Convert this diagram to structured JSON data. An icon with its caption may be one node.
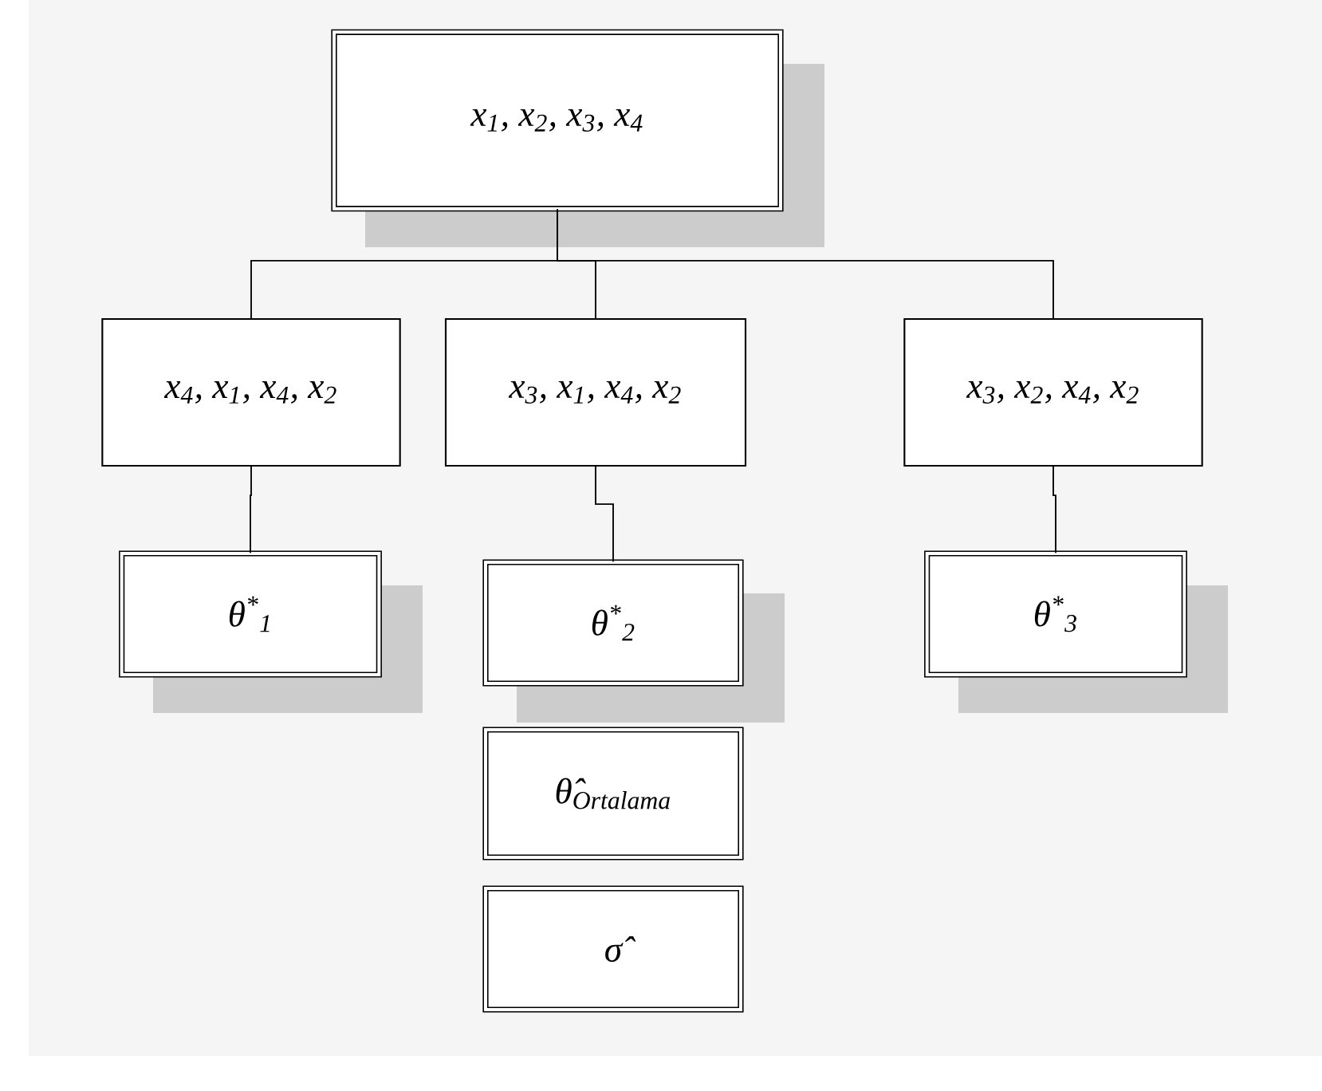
{
  "diagram": {
    "nodes": [
      {
        "text": [
          "x$_{1}$, x$_{2}$, x$_{3}$, x$_{4}$"
        ]
      },
      {
        "text": [
          "x$_{4}$, x$_{1}$, x$_{4}$, x$_{2}$"
        ]
      },
      {
        "text": [
          "x$_{3}$, x$_{1}$, x$_{4}$, x$_{2}$"
        ]
      },
      {
        "text": [
          "x$_{3}$, x$_{2}$, x$_{4}$, x$_{2}$"
        ]
      },
      {
        "text": [
          "θ$^{*}$$_{1}$"
        ]
      },
      {
        "text": [
          "θ$^{*}$$_{2}$"
        ]
      },
      {
        "text": [
          "θ$^{*}$$_{3}$"
        ]
      },
      {
        "text": [
          "θ̂$_{Ortalama}$"
        ]
      },
      {
        "text": [
          "σ̂"
        ]
      }
    ],
    "edges": [
      {
        "from": 0,
        "to": 1,
        "arrow": "none"
      },
      {
        "from": 0,
        "to": 2,
        "arrow": "none"
      },
      {
        "from": 0,
        "to": 3,
        "arrow": "none"
      },
      {
        "from": 1,
        "to": 4,
        "arrow": "none"
      },
      {
        "from": 2,
        "to": 5,
        "arrow": "none"
      },
      {
        "from": 3,
        "to": 6,
        "arrow": "none"
      }
    ]
  }
}
